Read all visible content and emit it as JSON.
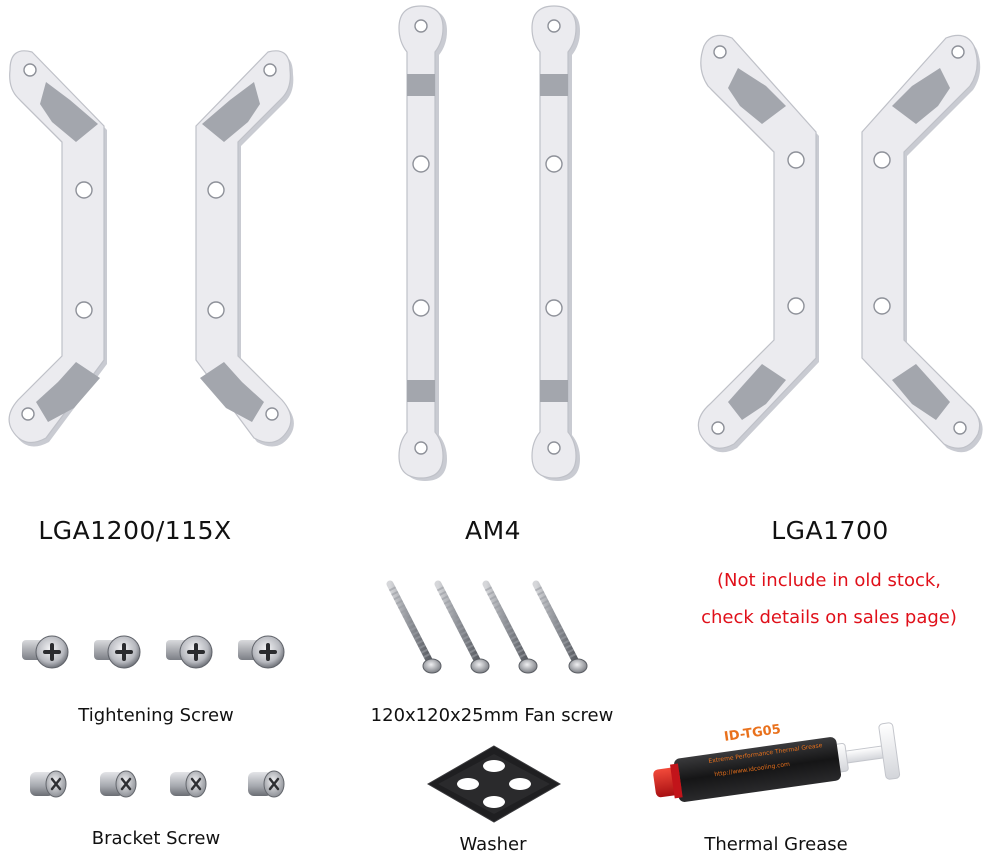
{
  "labels": {
    "lga1200": "LGA1200/115X",
    "am4": "AM4",
    "lga1700": "LGA1700",
    "note_line1": "(Not include in old stock,",
    "note_line2": "check details on sales page)",
    "tightening_screw": "Tightening Screw",
    "fan_screw": "120x120x25mm Fan screw",
    "bracket_screw": "Bracket Screw",
    "washer": "Washer",
    "thermal_grease": "Thermal Grease"
  },
  "grease": {
    "brand": "ID-TG05",
    "subtitle": "Extreme Performance Thermal Grease",
    "url": "http://www.idcooling.com"
  },
  "colors": {
    "bracket": "#ebebef",
    "bend": "#a3a6ad",
    "note": "#e0101a",
    "grease_tube": "#1c1c1c",
    "grease_label": "#e9711c",
    "grease_cap": "#d41a1a"
  },
  "icons": {
    "tightening_screw": "tightening-screw-icon",
    "bracket_screw": "bracket-screw-icon",
    "fan_screw": "fan-screw-icon",
    "washer": "washer-icon",
    "grease": "thermal-grease-syringe-icon"
  }
}
